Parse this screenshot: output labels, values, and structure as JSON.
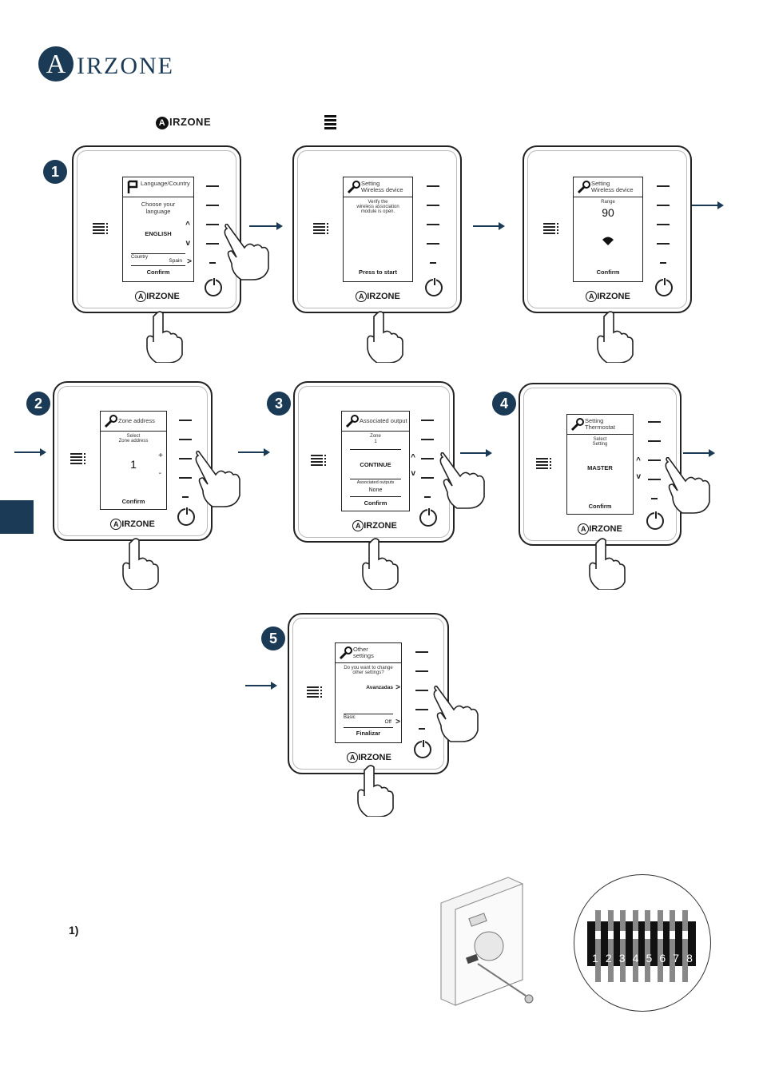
{
  "header": {
    "logo_initial": "A",
    "logo_rest": "IRZONE",
    "brand_small_initial": "A",
    "brand_small_rest": "IRZONE"
  },
  "side_tab_color": "#1a3a55",
  "steps": [
    {
      "number": "1"
    },
    {
      "number": "2"
    },
    {
      "number": "3"
    },
    {
      "number": "4"
    },
    {
      "number": "5"
    }
  ],
  "screens": {
    "s1": {
      "title": "Language/Country",
      "line1": "Choose your",
      "line2": "language",
      "value": "ENGLISH",
      "sub_label": "Country",
      "sub_value": "Spain",
      "confirm": "Confirm"
    },
    "s2": {
      "title_l1": "Setting",
      "title_l2": "Wireless device",
      "line1": "Verify the",
      "line2": "wireless association",
      "line3": "module is open.",
      "action": "Press to start"
    },
    "s3": {
      "title_l1": "Setting",
      "title_l2": "Wireless device",
      "range_label": "Range",
      "range_value": "90",
      "confirm": "Confirm"
    },
    "s4": {
      "title": "Zone address",
      "line1": "Select",
      "line2": "Zone address",
      "value": "1",
      "plus": "+",
      "minus": "-",
      "confirm": "Confirm"
    },
    "s5": {
      "title": "Associated output",
      "zone_label": "Zone",
      "zone_value": "1",
      "value": "CONTINUE",
      "sub_label": "Associated outputs",
      "sub_value": "None",
      "confirm": "Confirm"
    },
    "s6": {
      "title_l1": "Setting",
      "title_l2": "Thermostat",
      "line1": "Select",
      "line2": "Setting",
      "value": "MASTER",
      "confirm": "Confirm"
    },
    "s7": {
      "title_l1": "Other",
      "title_l2": "settings",
      "line1": "Do you want to change",
      "line2": "other settings?",
      "option": "Avanzadas",
      "sub_label": "Basic",
      "sub_value": "Off",
      "action": "Finalizar"
    }
  },
  "device_brand": {
    "initial": "A",
    "rest": "IRZONE"
  },
  "footnote": "1)",
  "dip_labels": [
    "1",
    "2",
    "3",
    "4",
    "5",
    "6",
    "7",
    "8"
  ]
}
